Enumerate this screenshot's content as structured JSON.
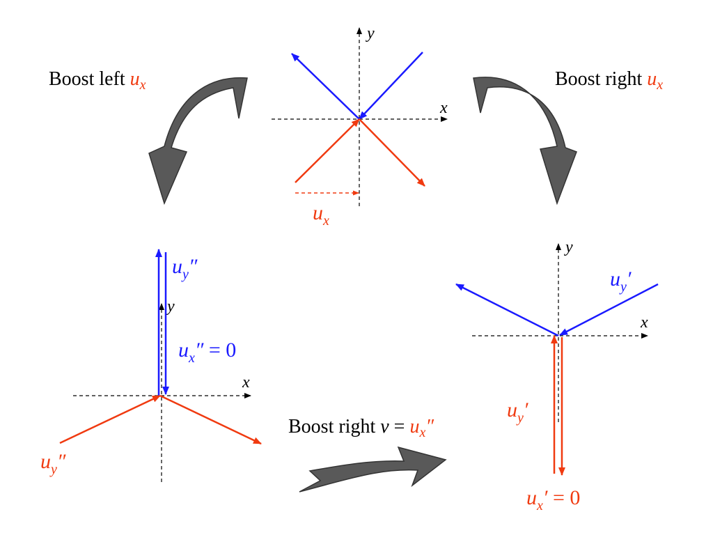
{
  "colors": {
    "blue": "#1a1aff",
    "red": "#f03a10",
    "black": "#000000",
    "arrow_fill": "#595959",
    "arrow_stroke": "#333333"
  },
  "axes": {
    "x": "x",
    "y": "y"
  },
  "top_panel": {
    "ux_symbol": "u",
    "ux_subscript": "x"
  },
  "boost_left": {
    "text": "Boost left ",
    "symbol": "u",
    "subscript": "x"
  },
  "boost_right_top": {
    "text": "Boost right ",
    "symbol": "u",
    "subscript": "x"
  },
  "bottom_left_panel": {
    "uy_symbol": "u",
    "uy_subscript": "y",
    "uy_primes": "″",
    "ux_symbol": "u",
    "ux_subscript": "x",
    "ux_primes": "″",
    "ux_value": " = 0",
    "red_uy_symbol": "u",
    "red_uy_subscript": "y",
    "red_uy_primes": "″"
  },
  "boost_right_bottom": {
    "text": "Boost right ",
    "v": "v",
    "equals": " = ",
    "symbol": "u",
    "subscript": "x",
    "primes": "″"
  },
  "bottom_right_panel": {
    "uy_symbol": "u",
    "uy_subscript": "y",
    "uy_prime": "′",
    "red_uy_symbol": "u",
    "red_uy_subscript": "y",
    "red_uy_prime": "′",
    "ux_symbol": "u",
    "ux_subscript": "x",
    "ux_prime": "′",
    "ux_value": " = 0"
  }
}
